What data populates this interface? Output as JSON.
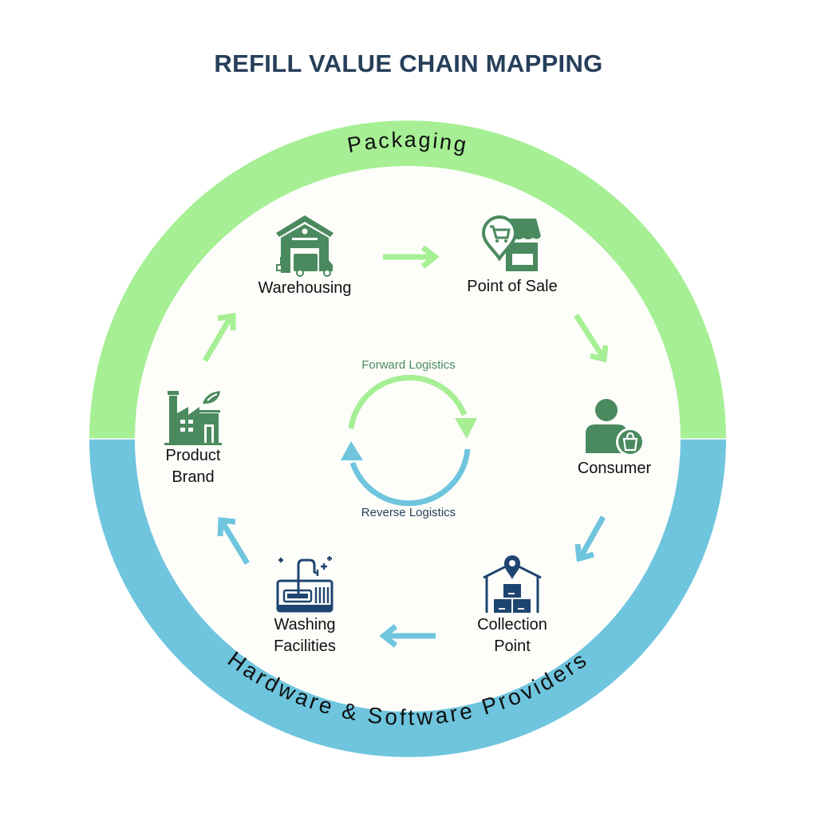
{
  "title": "REFILL VALUE CHAIN MAPPING",
  "ring": {
    "top_label": "Packaging",
    "bottom_label": "Hardware & Software Providers",
    "top_color": "#a6ef94",
    "bottom_color": "#6fc5de"
  },
  "center": {
    "forward_label": "Forward Logistics",
    "reverse_label": "Reverse Logistics",
    "forward_color": "#a6ef94",
    "reverse_color": "#6fc5de",
    "forward_text_color": "#4a8a5e",
    "reverse_text_color": "#263f5a"
  },
  "nodes": [
    {
      "id": "warehousing",
      "label": "Warehousing",
      "icon": "warehouse-truck-icon"
    },
    {
      "id": "point-of-sale",
      "label": "Point of Sale",
      "icon": "store-cart-pin-icon"
    },
    {
      "id": "consumer",
      "label": "Consumer",
      "icon": "person-shopping-bag-icon"
    },
    {
      "id": "collection-point",
      "label": "Collection\nPoint",
      "icon": "house-boxes-pin-icon"
    },
    {
      "id": "washing-facilities",
      "label": "Washing\nFacilities",
      "icon": "sink-washing-icon"
    },
    {
      "id": "product-brand",
      "label": "Product\nBrand",
      "icon": "eco-factory-icon"
    }
  ],
  "colors": {
    "icon_green": "#4a8a5e",
    "icon_navy": "#1e4570",
    "arrow_green": "#a6ef94",
    "arrow_blue": "#6fc5de"
  }
}
